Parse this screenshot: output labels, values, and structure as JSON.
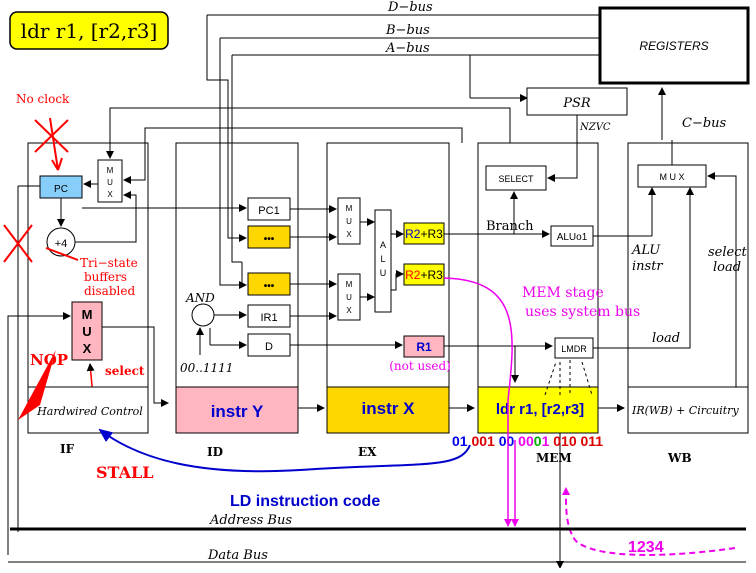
{
  "title": "ldr r1, [r2,r3]",
  "buses": {
    "d_bus": "D−bus",
    "b_bus": "B−bus",
    "a_bus": "A−bus",
    "c_bus": "C−bus",
    "address_bus": "Address Bus",
    "data_bus": "Data Bus"
  },
  "registers": "REGISTERS",
  "psr": {
    "label": "PSR",
    "flags": "NZVC"
  },
  "if_stage": {
    "pc": "PC",
    "plus4": "+4",
    "mux_small": [
      "M",
      "U",
      "X"
    ],
    "mux_big": [
      "M",
      "U",
      "X"
    ],
    "hardwired": "Hardwired Control",
    "no_clock": "No clock",
    "tri_state": [
      "Tri−state",
      "buffers",
      "disabled"
    ],
    "nop": "NOP",
    "select": "select",
    "stall": "STALL",
    "label": "IF"
  },
  "id_stage": {
    "pc1": "PC1",
    "dots": "•••",
    "ir1": "IR1",
    "d": "D",
    "and": "AND",
    "ones": "00..1111",
    "instr": "instr Y",
    "label": "ID"
  },
  "ex_stage": {
    "mux": [
      "M",
      "U",
      "X"
    ],
    "alu": [
      "A",
      "L",
      "U"
    ],
    "r2r3_top": {
      "left": "R2",
      "right": "+R3"
    },
    "r2r3_bottom": {
      "left": "R2",
      "right": "+R3"
    },
    "r1": "R1",
    "not_used": "(not used)",
    "branch": "Branch",
    "instr": "instr X",
    "label": "EX"
  },
  "mem_stage": {
    "select": "SELECT",
    "aluo1": "ALUo1",
    "lmdr": "LMDR",
    "instr": "ldr r1, [r2,r3]",
    "note": [
      "MEM stage",
      "uses system bus"
    ],
    "code": [
      {
        "text": "01",
        "color": "#0000ee"
      },
      {
        "text": " 001",
        "color": "#dd0000"
      },
      {
        "text": " 00",
        "color": "#0000ee"
      },
      {
        "text": " 00",
        "color": "#ee00ee"
      },
      {
        "text": "0",
        "color": "#00aa00"
      },
      {
        "text": "1",
        "color": "#ee00ee"
      },
      {
        "text": " 010",
        "color": "#dd0000"
      },
      {
        "text": " 011",
        "color": "#dd0000"
      }
    ],
    "label": "MEM",
    "value": "1234"
  },
  "wb_stage": {
    "mux": "M U X",
    "alu_instr": [
      "ALU",
      "instr"
    ],
    "select_load": [
      "select",
      "load"
    ],
    "load": "load",
    "ir": "IR(WB) + Circuitry",
    "label": "WB"
  },
  "ld_code": "LD instruction code",
  "colors": {
    "title_fill": "#ffff00",
    "pc_fill": "#87cefa",
    "pink": "#ffb6c1",
    "orange": "#ffd700",
    "yellow": "#ffff00",
    "red": "#ff0000",
    "blue": "#0000cc",
    "magenta": "#ee00ee"
  }
}
